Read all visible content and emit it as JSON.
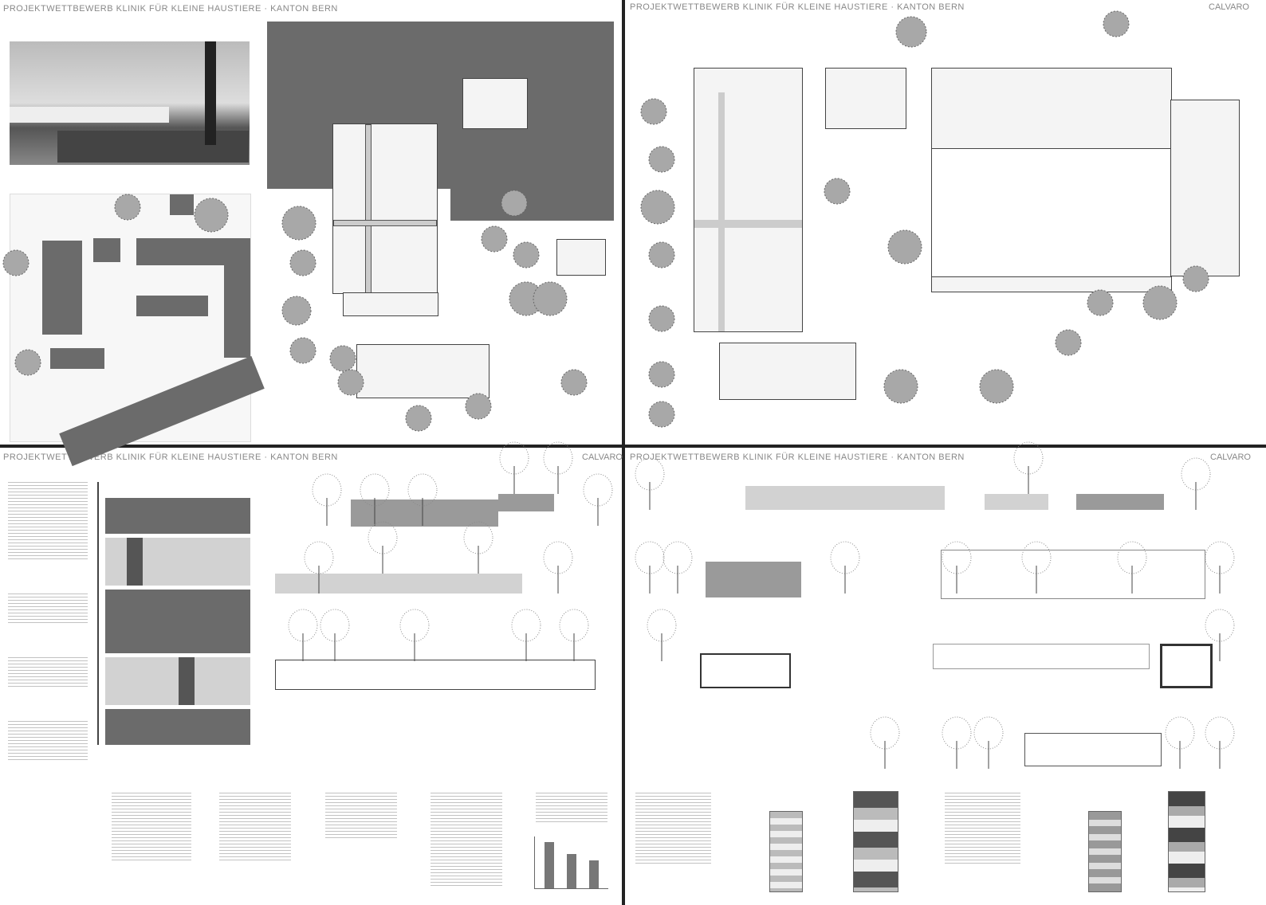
{
  "boards": [
    {
      "title": "PROJEKTWETTBEWERB KLINIK FÜR KLEINE HAUSTIERE · KANTON BERN",
      "brand": ""
    },
    {
      "title": "PROJEKTWETTBEWERB KLINIK FÜR KLEINE HAUSTIERE · KANTON BERN",
      "brand": "CALVARO"
    },
    {
      "title": "PROJEKTWETTBEWERB KLINIK FÜR KLEINE HAUSTIERE · KANTON BERN",
      "brand": "CALVARO"
    },
    {
      "title": "PROJEKTWETTBEWERB KLINIK FÜR KLEINE HAUSTIERE · KANTON BERN",
      "brand": "CALVARO"
    }
  ],
  "colors": {
    "mass": "#6b6b6b",
    "divider": "#222222",
    "tree": "#8a8a8a"
  },
  "chart_data": {
    "type": "bar",
    "values": [
      3,
      2.2,
      1.8
    ]
  }
}
